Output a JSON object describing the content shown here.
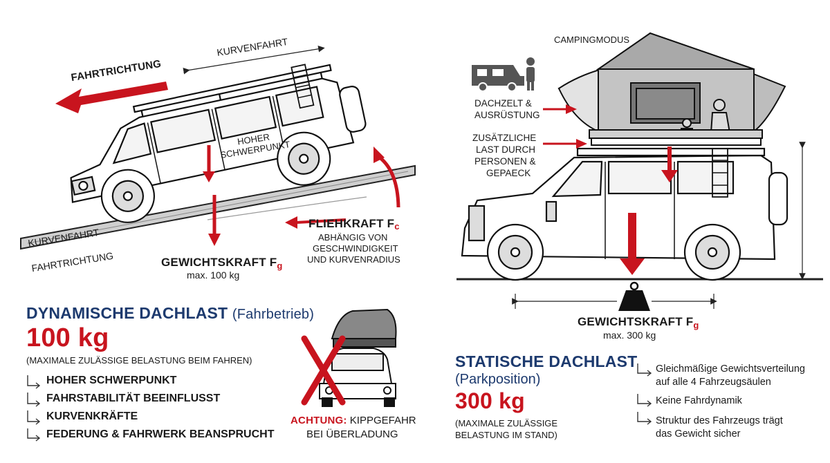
{
  "dynamic": {
    "label_kurvenfahrt_top": "KURVENFAHRT",
    "label_fahrtrichtung_top": "FAHRTRICHTUNG",
    "label_hoher_schwerpunkt_1": "HOHER",
    "label_hoher_schwerpunkt_2": "SCHWERPUNKT",
    "label_kurvenfahrt_road": "KURVENFAHRT",
    "label_fahrtrichtung_road": "FAHRTRICHTUNG",
    "fliehkraft_label": "FLIEHKRAFT F",
    "fliehkraft_sub": "c",
    "fliehkraft_desc_1": "ABHÄNGIG VON",
    "fliehkraft_desc_2": "GESCHWINDIGKEIT",
    "fliehkraft_desc_3": "UND KURVENRADIUS",
    "gewicht_label": "GEWICHTSKRAFT F",
    "gewicht_sub": "g",
    "gewicht_max": "max. 100 kg",
    "title": "DYNAMISCHE DACHLAST",
    "title_suffix": "(Fahrbetrieb)",
    "value": "100 kg",
    "note": "(MAXIMALE ZULÄSSIGE BELASTUNG BEIM FAHREN)",
    "items": [
      "HOHER SCHWERPUNKT",
      "FAHRSTABILITÄT BEEINFLUSST",
      "KURVENKRÄFTE",
      "FEDERUNG & FAHRWERK BEANSPRUCHT"
    ],
    "warning_prefix": "ACHTUNG:",
    "warning_rest": "KIPPGEFAHR",
    "warning_line2": "BEI ÜBERLADUNG"
  },
  "static": {
    "camping_label": "CAMPINGMODUS",
    "dachzelt_1": "DACHZELT &",
    "dachzelt_2": "AUSRÜSTUNG",
    "last_1": "ZUSÄTZLICHE",
    "last_2": "LAST DURCH",
    "last_3": "PERSONEN &",
    "last_4": "GEPAECK",
    "gewicht_label": "GEWICHTSKRAFT F",
    "gewicht_sub": "g",
    "gewicht_max": "max. 300 kg",
    "title_1": "STATISCHE DACHLAST",
    "title_2": "(Parkposition)",
    "value": "300 kg",
    "note_1": "(MAXIMALE ZULÄSSIGE",
    "note_2": "BELASTUNG IM STAND)",
    "items": [
      {
        "line1": "Gleichmäßige Gewichtsverteilung",
        "line2": "auf alle 4 Fahrzeugsäulen"
      },
      {
        "line1": "Keine Fahrdynamik",
        "line2": ""
      },
      {
        "line1": "Struktur des Fahrzeugs trägt",
        "line2": "das Gewicht sicher"
      }
    ]
  },
  "colors": {
    "red": "#c8141e",
    "navy": "#1d3a6e",
    "ink": "#1a1a1a"
  }
}
